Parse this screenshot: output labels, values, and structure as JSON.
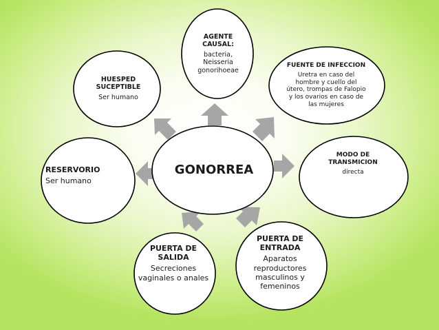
{
  "center": {
    "label": "GONORREA"
  },
  "nodes": {
    "agente": {
      "title": "AGENTE CAUSAL:",
      "body": "bacteria, Neisseria gonorihoeae"
    },
    "fuente": {
      "title": "FUENTE DE INFECCION",
      "body": "Uretra en caso del hombre y cuello del útero, trompas de Falopio y los ovarios en caso de las mujeres"
    },
    "modo": {
      "title": "MODO DE TRANSMICION",
      "body": "directa"
    },
    "entrada": {
      "title": "PUERTA DE ENTRADA",
      "body": "Aparatos reproductores masculinos y femeninos"
    },
    "salida": {
      "title": "PUERTA DE SALIDA",
      "body": "Secreciones vaginales o anales"
    },
    "reservorio": {
      "title": "RESERVORIO",
      "body": "Ser humano"
    },
    "huesped": {
      "title": "HUESPED SUCEPTIBLE",
      "body": "Ser humano"
    }
  },
  "colors": {
    "arrow": "#a6a6a6",
    "ellipse_fill": "#ffffff",
    "ellipse_stroke": "#000000"
  }
}
